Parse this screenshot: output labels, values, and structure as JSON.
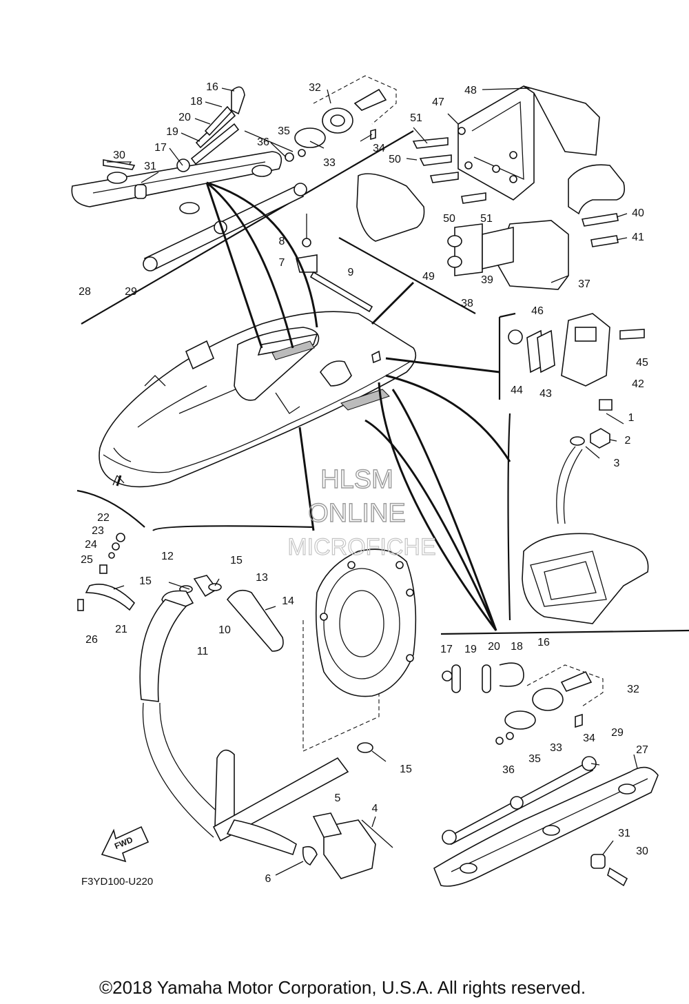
{
  "watermark": {
    "line1": "HLSM",
    "line2": "ONLINE",
    "line3": "MICROFICHE"
  },
  "diagram_code": "F3YD100-U220",
  "fwd_label": "FWD",
  "copyright": "©2018 Yamaha Motor Corporation, U.S.A. All rights reserved.",
  "callouts": {
    "c16a": "16",
    "c18a": "18",
    "c20a": "20",
    "c19a": "19",
    "c17a": "17",
    "c30a": "30",
    "c31a": "31",
    "c28": "28",
    "c29a": "29",
    "c32a": "32",
    "c35a": "35",
    "c36a": "36",
    "c33a": "33",
    "c34a": "34",
    "c48": "48",
    "c47": "47",
    "c51a": "51",
    "c50a": "50",
    "c50b": "50",
    "c51b": "51",
    "c49": "49",
    "c39": "39",
    "c38": "38",
    "c37": "37",
    "c40": "40",
    "c41": "41",
    "c8": "8",
    "c7": "7",
    "c9": "9",
    "c46": "46",
    "c45": "45",
    "c44": "44",
    "c43": "43",
    "c42": "42",
    "c1": "1",
    "c2": "2",
    "c3": "3",
    "c22": "22",
    "c23": "23",
    "c24": "24",
    "c25": "25",
    "c26": "26",
    "c21": "21",
    "c12": "12",
    "c15a": "15",
    "c15b": "15",
    "c13": "13",
    "c14": "14",
    "c10": "10",
    "c11": "11",
    "c15c": "15",
    "c5": "5",
    "c4": "4",
    "c6": "6",
    "c17b": "17",
    "c19b": "19",
    "c20b": "20",
    "c18b": "18",
    "c16b": "16",
    "c32b": "32",
    "c33b": "33",
    "c34b": "34",
    "c35b": "35",
    "c36b": "36",
    "c29b": "29",
    "c27": "27",
    "c31b": "31",
    "c30b": "30"
  }
}
